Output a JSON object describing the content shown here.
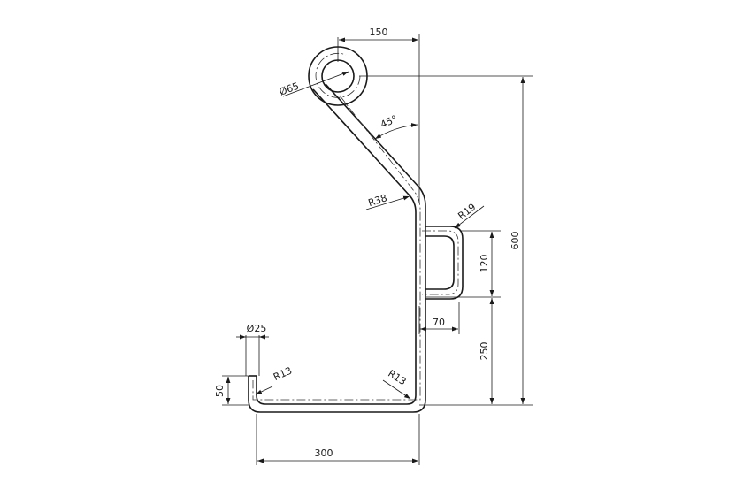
{
  "labels": {
    "dim_top_width": "150",
    "dim_eye_diameter": "Ø65",
    "dim_angle": "45°",
    "dim_bend_radius_upper": "R38",
    "dim_handle_radius": "R19",
    "dim_handle_height": "120",
    "dim_total_height": "600",
    "dim_handle_depth": "70",
    "dim_pipe_diameter": "Ø25",
    "dim_lower_height": "250",
    "dim_bend_radius_left": "R13",
    "dim_bend_radius_right": "R13",
    "dim_hook_height": "50",
    "dim_bottom_width": "300"
  }
}
